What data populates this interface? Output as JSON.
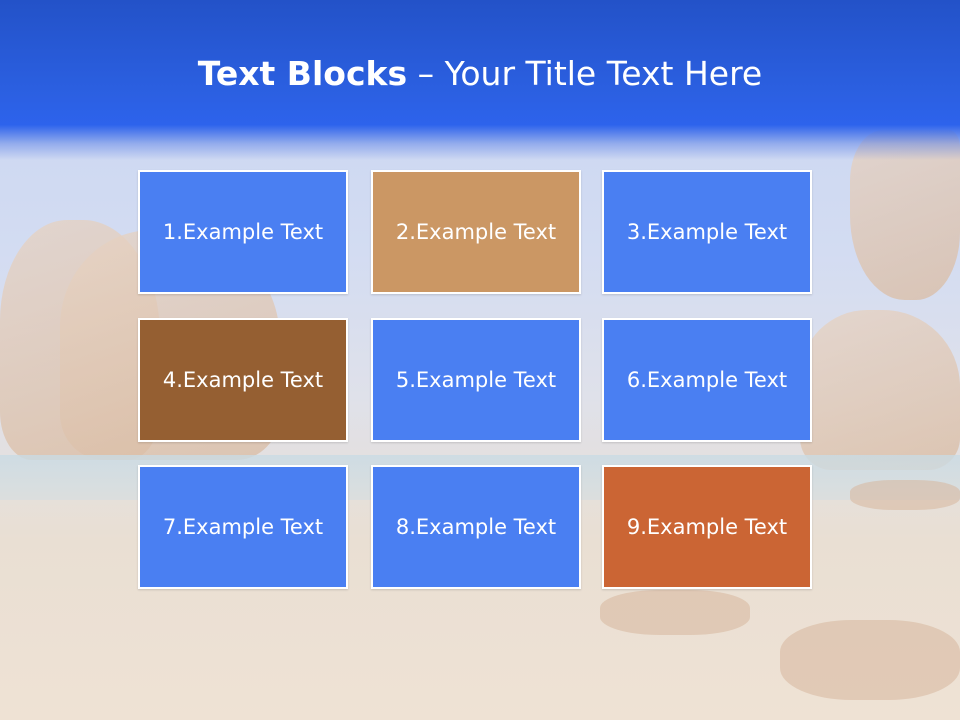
{
  "title": {
    "bold_part": "Text Blocks",
    "dash": " – ",
    "rest": "Your Title Text Here"
  },
  "colors": {
    "title_band": "#2b5fe0",
    "block_blue": "#4a7ff2",
    "block_tan": "#cb9764",
    "block_brown": "#955f32",
    "block_orange": "#cb6534"
  },
  "blocks": [
    {
      "label": "1.Example Text",
      "color": "#4a7ff2"
    },
    {
      "label": "2.Example Text",
      "color": "#cb9764"
    },
    {
      "label": "3.Example Text",
      "color": "#4a7ff2"
    },
    {
      "label": "4.Example Text",
      "color": "#955f32"
    },
    {
      "label": "5.Example Text",
      "color": "#4a7ff2"
    },
    {
      "label": "6.Example Text",
      "color": "#4a7ff2"
    },
    {
      "label": "7.Example Text",
      "color": "#4a7ff2"
    },
    {
      "label": "8.Example Text",
      "color": "#4a7ff2"
    },
    {
      "label": "9.Example Text",
      "color": "#cb6534"
    }
  ]
}
